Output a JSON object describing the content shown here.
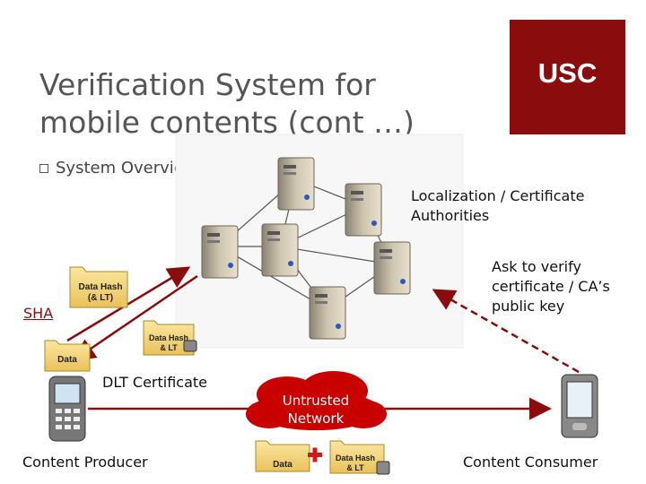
{
  "title_line1": "Verification System for",
  "title_line2": "mobile contents (cont …)",
  "logo": {
    "text": "USC",
    "color": "#8b0c0c"
  },
  "bullet": "System Overview",
  "labels": {
    "ca_line1": "Localization / Certificate",
    "ca_line2": "Authorities",
    "ask_line1": "Ask to verify",
    "ask_line2": "certificate / CA’s",
    "ask_line3": "public key",
    "sha": "SHA",
    "dlt": "DLT Certificate",
    "producer": "Content Producer",
    "consumer": "Content Consumer",
    "network_line1": "Untrusted",
    "network_line2": "Network"
  },
  "folders": {
    "data_hash_lt": "Data Hash",
    "data_hash_lt2": "(& LT)",
    "data_hash_small": "Data Hash",
    "data_hash_small2": "& LT",
    "data": "Data"
  },
  "colors": {
    "arrow_red": "#8b0c0c",
    "cloud_red": "#c80000",
    "folder": "#f2d26e"
  }
}
